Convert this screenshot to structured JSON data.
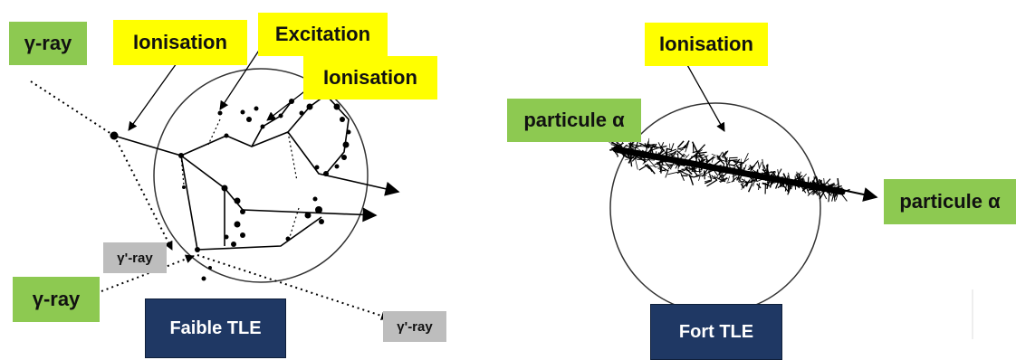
{
  "left_panel": {
    "labels": {
      "gamma_ray_top": "γ-ray",
      "ionisation_1": "Ionisation",
      "excitation": "Excitation",
      "ionisation_2": "Ionisation",
      "gamma_prime_ray_1": "γ'-ray",
      "gamma_ray_bottom": "γ-ray",
      "gamma_prime_ray_2": "γ'-ray"
    },
    "box_title": "Faible TLE"
  },
  "right_panel": {
    "labels": {
      "ionisation": "Ionisation",
      "alpha_in": "particule α",
      "alpha_out": "particule α"
    },
    "box_title": "Fort TLE"
  },
  "colors": {
    "label_yellow": "#ffff00",
    "label_green": "#8dc951",
    "label_grey": "#bdbdbd",
    "title_navy": "#1f3864"
  }
}
